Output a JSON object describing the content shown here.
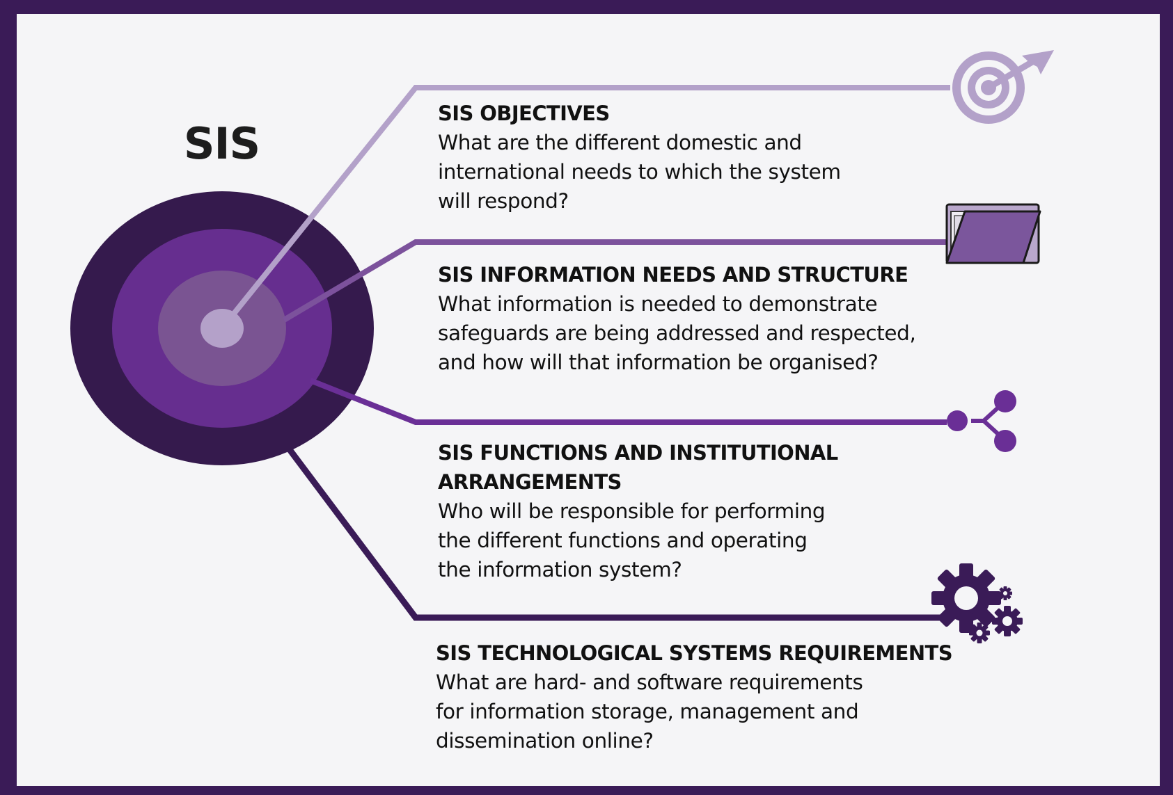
{
  "title": "SIS",
  "colors": {
    "frame": "#3a1b57",
    "background": "#f5f5f7",
    "ring_outer": "#351a4d",
    "ring_middle": "#662e8f",
    "ring_inner": "#7a5492",
    "ring_center": "#b4a1c9",
    "branch_1": "#b3a1c9",
    "branch_2": "#7c529c",
    "branch_3": "#6a2f96",
    "branch_4": "#3a1b57"
  },
  "items": [
    {
      "icon": "target-icon",
      "heading": [
        "SIS OBJECTIVES"
      ],
      "body": [
        "What are the different domestic and",
        "international needs to which the system",
        "will respond?"
      ]
    },
    {
      "icon": "folder-icon",
      "heading": [
        "SIS INFORMATION NEEDS AND STRUCTURE"
      ],
      "body": [
        "What information is needed to demonstrate",
        "safeguards are being addressed and respected,",
        "and how will that information be organised?"
      ]
    },
    {
      "icon": "share-icon",
      "heading": [
        "SIS FUNCTIONS AND INSTITUTIONAL",
        "ARRANGEMENTS"
      ],
      "body": [
        "Who will be responsible for performing",
        "the different functions and operating",
        "the information system?"
      ]
    },
    {
      "icon": "gears-icon",
      "heading": [
        "SIS TECHNOLOGICAL SYSTEMS REQUIREMENTS"
      ],
      "body": [
        "What are hard- and software requirements",
        "for information storage, management and",
        "dissemination online?"
      ]
    }
  ]
}
